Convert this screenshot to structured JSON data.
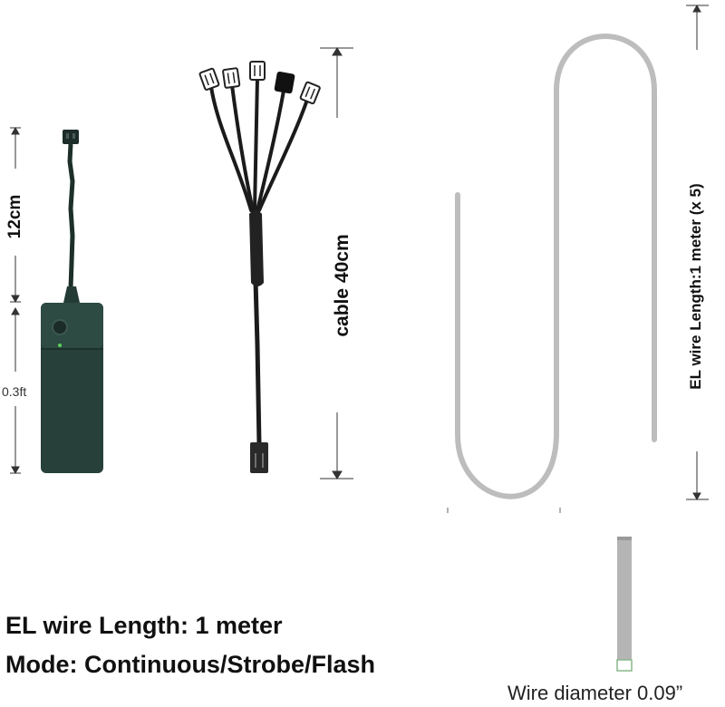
{
  "labels": {
    "controller_cable_length": "12cm",
    "controller_length": "0.3ft",
    "splitter_cable": "cable  40cm",
    "el_wire_length_vertical": "EL wire Length:1 meter (x 5)",
    "wire_diameter": "Wire diameter 0.09”"
  },
  "specs": {
    "line1": "EL wire Length: 1 meter",
    "line2": "Mode: Continuous/Strobe/Flash"
  },
  "colors": {
    "controller_body": "#27403a",
    "cable": "#1b1b1b",
    "el_wire": "#bdbdbd",
    "text": "#111111"
  }
}
